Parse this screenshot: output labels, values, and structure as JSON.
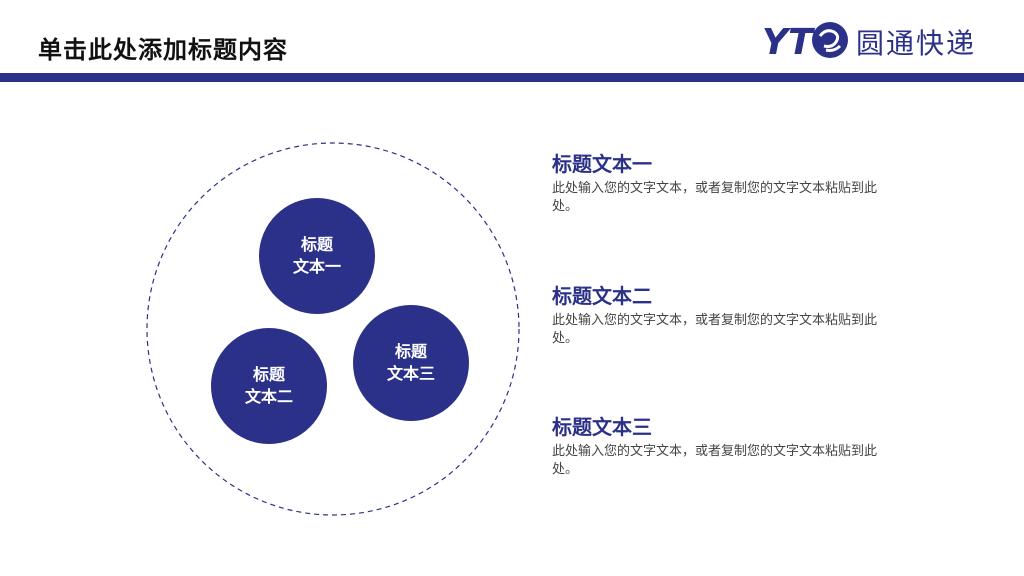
{
  "slide": {
    "title": "单击此处添加标题内容"
  },
  "brand": {
    "name": "圆通快递",
    "mark_letters": "YT",
    "color": "#2b3189"
  },
  "bubbles": [
    {
      "line1": "标题",
      "line2": "文本一"
    },
    {
      "line1": "标题",
      "line2": "文本二"
    },
    {
      "line1": "标题",
      "line2": "文本三"
    }
  ],
  "items": [
    {
      "title": "标题文本一",
      "desc": "此处输入您的文字文本，或者复制您的文字文本粘贴到此处。"
    },
    {
      "title": "标题文本二",
      "desc": "此处输入您的文字文本，或者复制您的文字文本粘贴到此处。"
    },
    {
      "title": "标题文本三",
      "desc": "此处输入您的文字文本，或者复制您的文字文本粘贴到此处。"
    }
  ]
}
